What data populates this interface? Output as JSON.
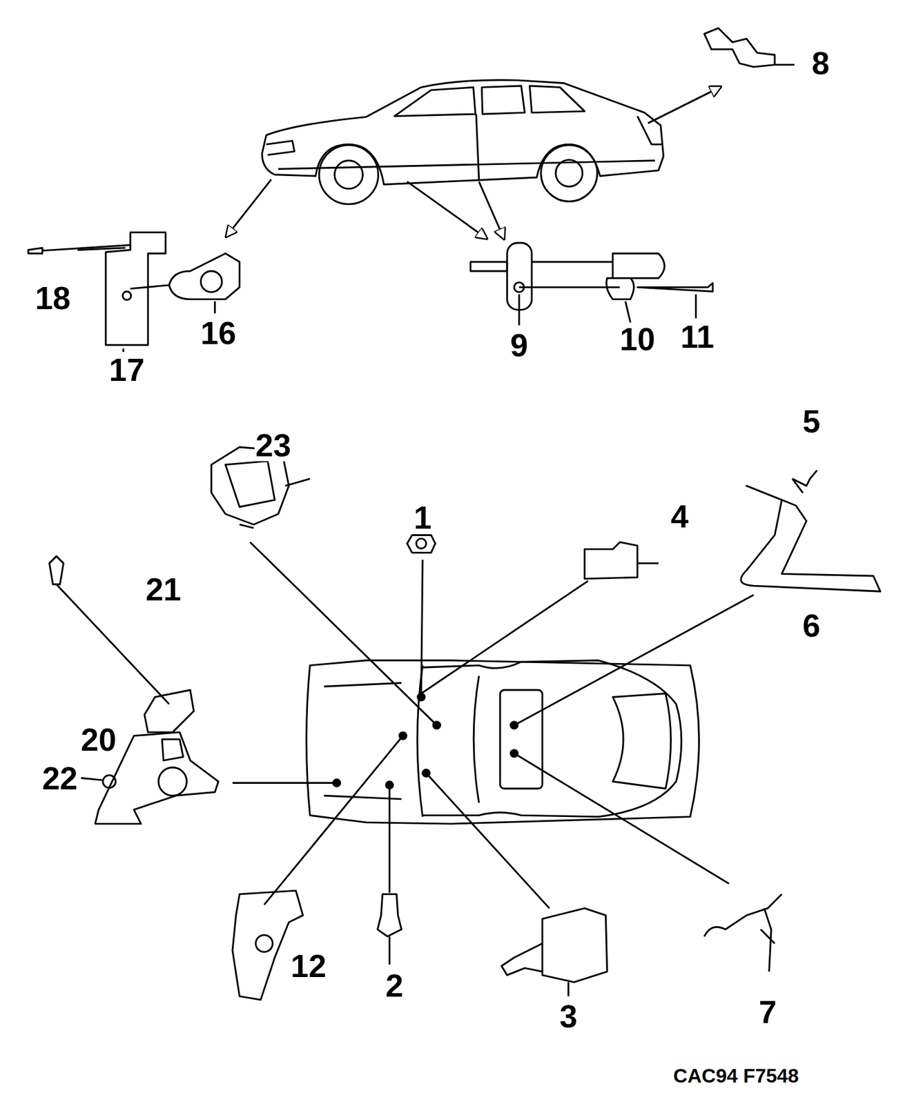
{
  "diagram": {
    "labels": [
      "8",
      "18",
      "16",
      "17",
      "9",
      "10",
      "11",
      "23",
      "1",
      "4",
      "5",
      "6",
      "21",
      "20",
      "22",
      "12",
      "2",
      "3",
      "7",
      "CAC94 F7548"
    ]
  }
}
